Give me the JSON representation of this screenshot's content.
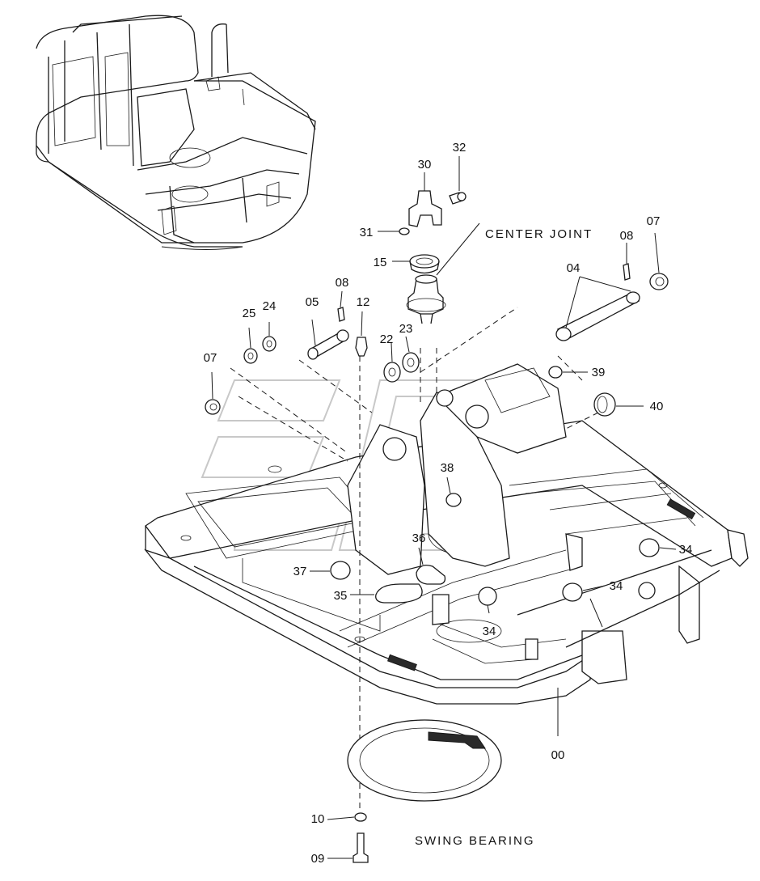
{
  "captions": {
    "center_joint": "CENTER  JOINT",
    "swing_bearing": "SWING  BEARING"
  },
  "part_numbers": {
    "p00": "00",
    "p04": "04",
    "p05": "05",
    "p07a": "07",
    "p07b": "07",
    "p08a": "08",
    "p08b": "08",
    "p09": "09",
    "p10": "10",
    "p12": "12",
    "p15": "15",
    "p22": "22",
    "p23": "23",
    "p24": "24",
    "p25": "25",
    "p30": "30",
    "p31": "31",
    "p32": "32",
    "p34a": "34",
    "p34b": "34",
    "p34c": "34",
    "p35": "35",
    "p36": "36",
    "p37": "37",
    "p38": "38",
    "p39": "39",
    "p40": "40"
  }
}
